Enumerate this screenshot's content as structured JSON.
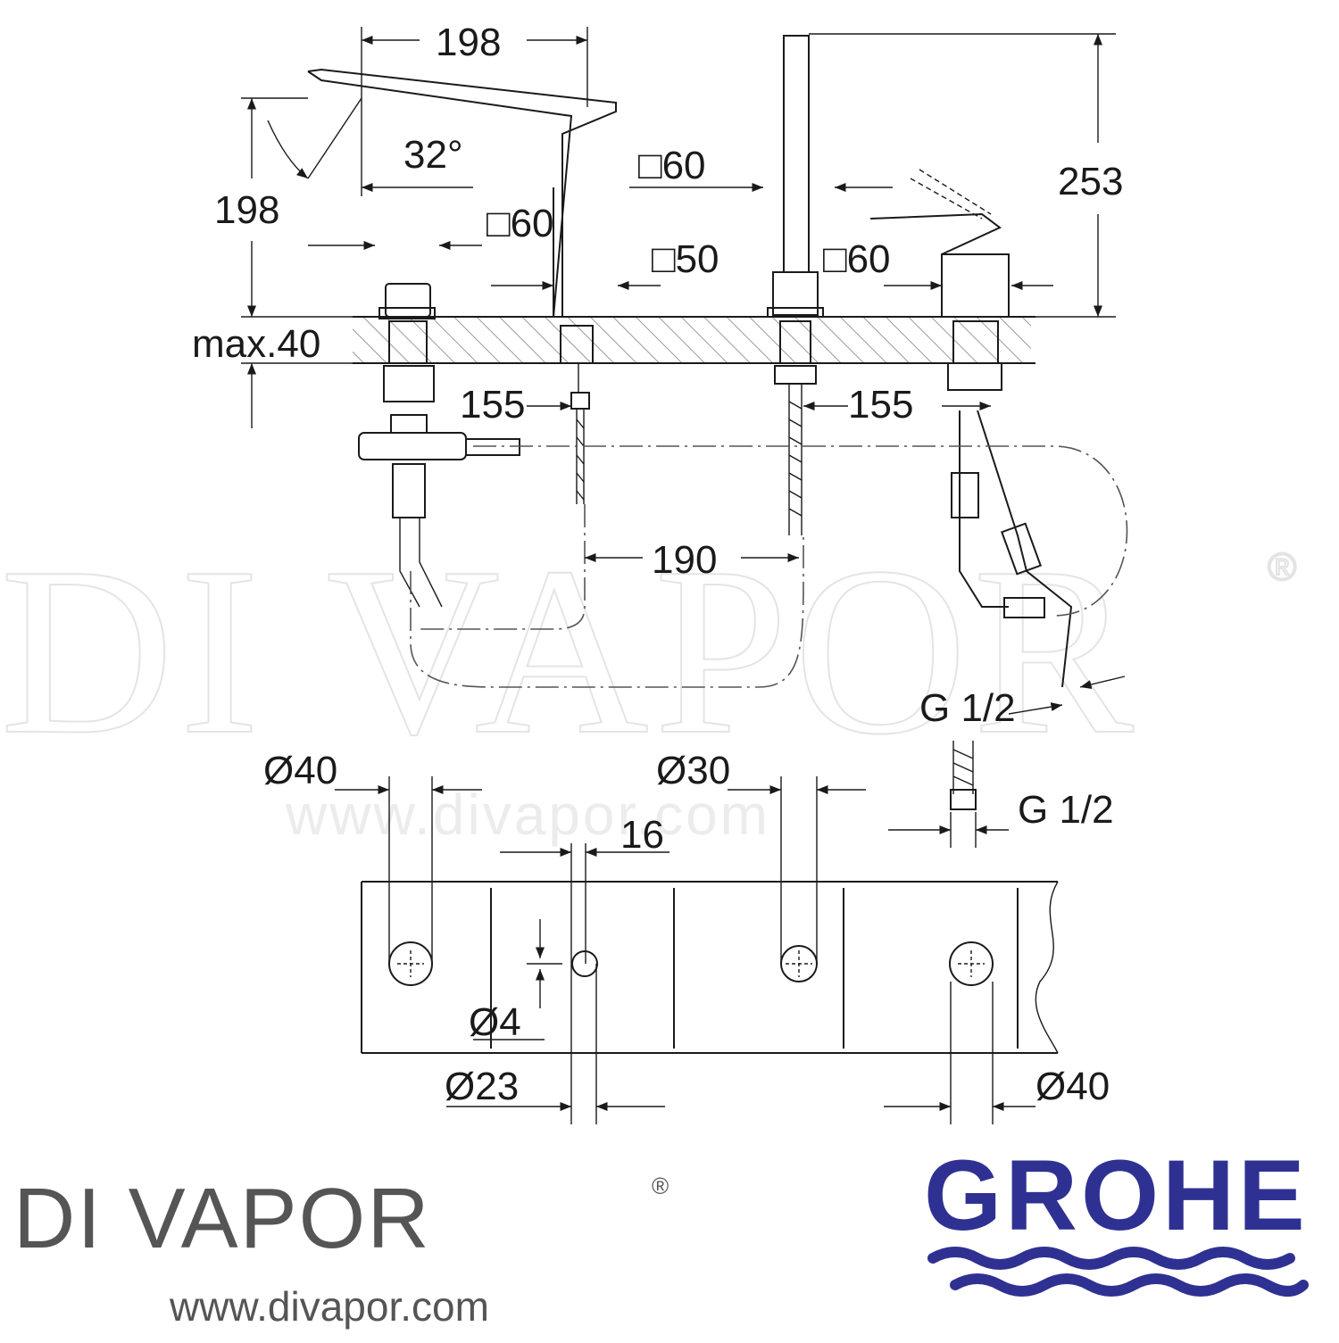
{
  "watermark": {
    "name": "DI VAPOR",
    "registered": "®",
    "url": "www.divapor.com"
  },
  "dimensions": {
    "spout_reach": "198",
    "spout_height": "198",
    "spout_angle": "32°",
    "spout_base_square": "□60",
    "handshower_base_square": "□60",
    "gap_square": "□50",
    "mixer_base_square": "□60",
    "handshower_height": "253",
    "deck_thickness": "max.40",
    "hose_length_left": "155",
    "hose_length_right": "155",
    "centers_spacing": "190",
    "hole_diverter": "Ø40",
    "hole_handshower": "Ø30",
    "offset_16": "16",
    "pin_diameter": "Ø4",
    "hole_spout": "Ø23",
    "hole_mixer": "Ø40",
    "thread_hose": "G 1/2",
    "thread_supply": "G 1/2"
  },
  "branding": {
    "company": "DI VAPOR",
    "registered": "®",
    "website": "www.divapor.com",
    "manufacturer": "GROHE",
    "grohe_color": "#2f3192",
    "grey_color": "#555555"
  }
}
